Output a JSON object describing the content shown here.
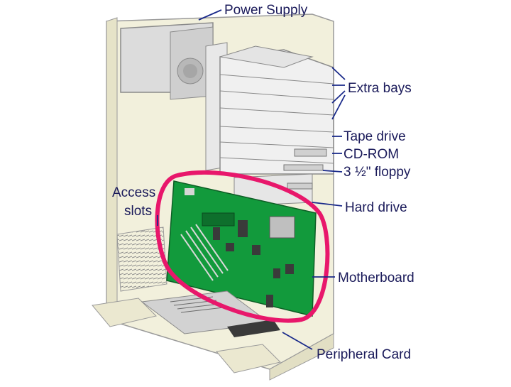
{
  "labels": {
    "power_supply": "Power Supply",
    "extra_bays": "Extra bays",
    "tape_drive": "Tape drive",
    "cd_rom": "CD-ROM",
    "floppy": "3 ½\" floppy",
    "hard_drive": "Hard drive",
    "access_slots_line1": "Access",
    "access_slots_line2": "slots",
    "motherboard": "Motherboard",
    "peripheral_card": "Peripheral Card"
  },
  "colors": {
    "case_fill": "#f2f0dc",
    "case_stroke": "#9a9a9a",
    "board_green": "#129a3c",
    "highlight": "#e8176b",
    "label_text": "#1a1a5a",
    "leader_line": "#1a2a8a"
  }
}
